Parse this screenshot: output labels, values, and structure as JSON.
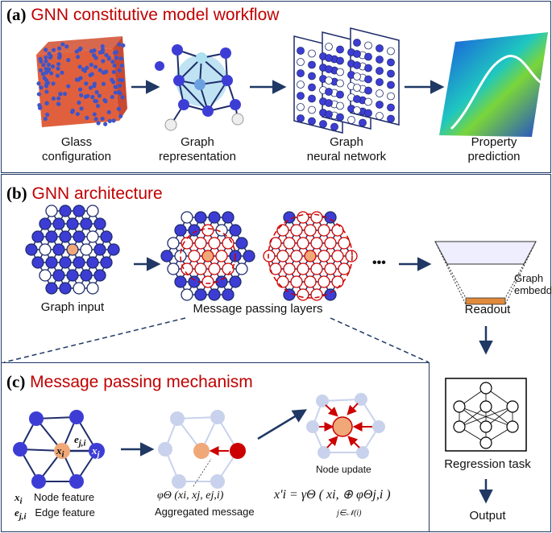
{
  "panel_a": {
    "label": "(a)",
    "title": "GNN constitutive model workflow",
    "steps": [
      {
        "line1": "Glass",
        "line2": "configuration"
      },
      {
        "line1": "Graph",
        "line2": "representation"
      },
      {
        "line1": "Graph",
        "line2": "neural network"
      },
      {
        "line1": "Property",
        "line2": "prediction"
      }
    ]
  },
  "panel_b": {
    "label": "(b)",
    "title": "GNN architecture",
    "graph_input": "Graph input",
    "message_passing": "Message passing layers",
    "ellipsis": "•••",
    "readout": "Readout",
    "graph_embedding_1": "Graph",
    "graph_embedding_2": "embedding",
    "regression": "Regression task",
    "output": "Output"
  },
  "panel_c": {
    "label": "(c)",
    "title": "Message passing mechanism",
    "node_i": "x",
    "node_i_sub": "i",
    "node_j": "x",
    "node_j_sub": "j",
    "edge": "e",
    "edge_sub": "j,i",
    "legend_node_sym": "x",
    "legend_node_sub": "i",
    "legend_node": "Node feature",
    "legend_edge_sym": "e",
    "legend_edge_sub": "j,i",
    "legend_edge": "Edge feature",
    "aggregated_formula": "φΘ (xi, xj, ej,i)",
    "aggregated_label": "Aggregated message",
    "node_update": "Node update",
    "update_formula": "x′i = γΘ ( xi, ⊕ φΘj,i )",
    "update_sum_index": "j∈𝒩(i)"
  },
  "colors": {
    "frame": "#1f3864",
    "node": "#3d3dd6",
    "title": "#c00000",
    "highlight": "#f0a878",
    "edge_red": "#cc0000"
  }
}
